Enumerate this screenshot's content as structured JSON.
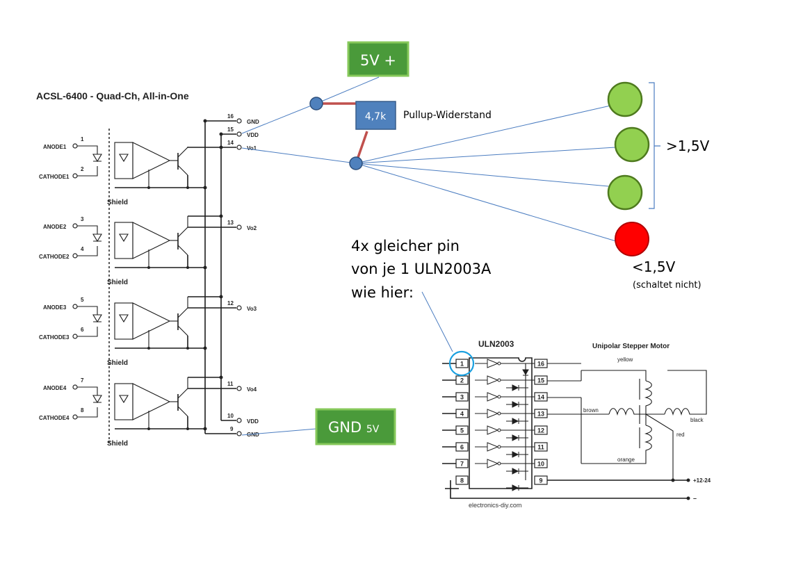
{
  "acsl": {
    "title": "ACSL-6400 - Quad-Ch, All-in-One",
    "channels": [
      {
        "anode_label": "ANODE1",
        "cathode_label": "CATHODE1",
        "anode_pin": "1",
        "cathode_pin": "2",
        "out_pin": "14",
        "out_label": "Vo1"
      },
      {
        "anode_label": "ANODE2",
        "cathode_label": "CATHODE2",
        "anode_pin": "3",
        "cathode_pin": "4",
        "out_pin": "13",
        "out_label": "Vo2"
      },
      {
        "anode_label": "ANODE3",
        "cathode_label": "CATHODE3",
        "anode_pin": "5",
        "cathode_pin": "6",
        "out_pin": "12",
        "out_label": "Vo3"
      },
      {
        "anode_label": "ANODE4",
        "cathode_label": "CATHODE4",
        "anode_pin": "7",
        "cathode_pin": "8",
        "out_pin": "11",
        "out_label": "Vo4"
      }
    ],
    "shield_label": "Shield",
    "top_pins": [
      {
        "pin": "16",
        "label": "GND"
      },
      {
        "pin": "15",
        "label": "VDD"
      }
    ],
    "bottom_pins": [
      {
        "pin": "10",
        "label": "VDD"
      },
      {
        "pin": "9",
        "label": "GND"
      }
    ]
  },
  "annotations": {
    "v5_label": "5V +",
    "gnd_label": "GND",
    "gnd_sub": "5V",
    "resistor_label": "4,7k",
    "pullup_label": "Pullup-Widerstand",
    "high_label": ">1,5V",
    "low_label": "<1,5V",
    "low_note": "(schaltet nicht)",
    "note_line1": "4x gleicher pin",
    "note_line2": "von je 1 ULN2003A",
    "note_line3": "wie hier:"
  },
  "indicators": [
    {
      "state": "high",
      "color": "#92d050"
    },
    {
      "state": "high",
      "color": "#92d050"
    },
    {
      "state": "high",
      "color": "#92d050"
    },
    {
      "state": "low",
      "color": "#ff0000"
    }
  ],
  "colors": {
    "green_box": "#4a9a3a",
    "green_box_border": "#86c85a",
    "resistor_box": "#4f81bd",
    "resistor_wire": "#c0504d",
    "wire_blue": "#4a7cc0",
    "node_blue": "#4f81bd"
  },
  "uln": {
    "title": "ULN2003",
    "motor_title": "Unipolar Stepper Motor",
    "left_pins": [
      "1",
      "2",
      "3",
      "4",
      "5",
      "6",
      "7",
      "8"
    ],
    "right_pins": [
      "16",
      "15",
      "14",
      "13",
      "12",
      "11",
      "10",
      "9"
    ],
    "wire_yellow": "yellow",
    "wire_brown": "brown",
    "wire_black": "black",
    "wire_red": "red",
    "wire_orange": "orange",
    "supply_plus": "+12-24",
    "supply_minus": "–",
    "credit": "electronics-diy.com"
  }
}
